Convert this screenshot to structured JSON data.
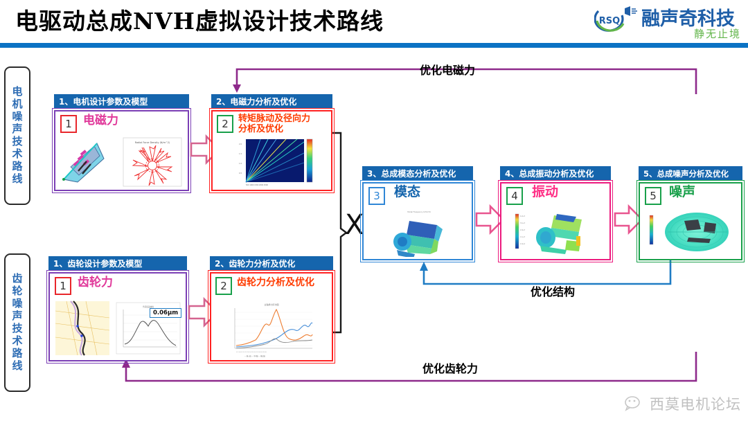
{
  "header": {
    "title": "电驱动总成NVH虚拟设计技术路线",
    "logo_mark": "RSQ",
    "logo_name": "融声奇科技",
    "logo_slogan": "静无止境",
    "rule_color": "#0b72c4"
  },
  "sidebars": [
    {
      "label": "电机噪声技术路线",
      "name": "motor-noise-route"
    },
    {
      "label": "齿轮噪声技术路线",
      "name": "gear-noise-route"
    }
  ],
  "cards": [
    {
      "id": "motor-params",
      "header": "1、电机设计参数及模型",
      "number": "1",
      "title": "电磁力",
      "title_color": "#e0399a",
      "num_border": "#e8262b",
      "body_border": "#7b3fb5",
      "thumb": "motor-stator-and-radial-force-polar-plot",
      "thumb_caption": "Radial Force Density (N/m^2)"
    },
    {
      "id": "emf-analysis",
      "header": "2、电磁力分析及优化",
      "number": "2",
      "title": "转矩脉动及径向力\n分析及优化",
      "title_color": "#ff3b00",
      "num_border": "#18a04a",
      "body_border": "#ff2222",
      "thumb": "order-spectrum-colormap"
    },
    {
      "id": "modal-analysis",
      "header": "3、总成模态分析及优化",
      "number": "3",
      "title": "模态",
      "title_color": "#1565ad",
      "num_border": "#2f86d6",
      "body_border": "#2f86d6",
      "thumb": "gearbox-modal-shape-contour"
    },
    {
      "id": "vibration-analysis",
      "header": "4、总成振动分析及优化",
      "number": "4",
      "title": "振动",
      "title_color": "#ff2f86",
      "num_border": "#18a04a",
      "body_border": "#ec1a7e",
      "thumb": "edrive-vibration-contour"
    },
    {
      "id": "noise-analysis",
      "header": "5、总成噪声分析及优化",
      "number": "5",
      "title": "噪声",
      "title_color": "#18a04a",
      "num_border": "#18a04a",
      "body_border": "#18a04a",
      "thumb": "acoustic-radiation-field-map"
    },
    {
      "id": "gear-params",
      "header": "1、齿轮设计参数及模型",
      "number": "1",
      "title": "齿轮力",
      "title_color": "#e0399a",
      "num_border": "#e8262b",
      "body_border": "#7b3fb5",
      "thumb": "gear-tooth-contact-mesh",
      "callout": "0.06μm"
    },
    {
      "id": "gear-force-analysis",
      "header": "2、齿轮力分析及优化",
      "number": "2",
      "title": "齿轮力分析及优化",
      "title_color": "#ff3b00",
      "num_border": "#18a04a",
      "body_border": "#ff2222",
      "thumb": "gear-force-order-curves"
    }
  ],
  "feedback": [
    {
      "label": "优化电磁力",
      "color": "#8e2a8b",
      "name": "optimize-emf"
    },
    {
      "label": "优化结构",
      "color": "#1f7cc4",
      "name": "optimize-structure"
    },
    {
      "label": "优化齿轮力",
      "color": "#8e2a8b",
      "name": "optimize-gear-force"
    }
  ],
  "junction": {
    "symbol": "X"
  },
  "watermark": {
    "text": "西莫电机论坛",
    "icon": "wechat-icon"
  }
}
